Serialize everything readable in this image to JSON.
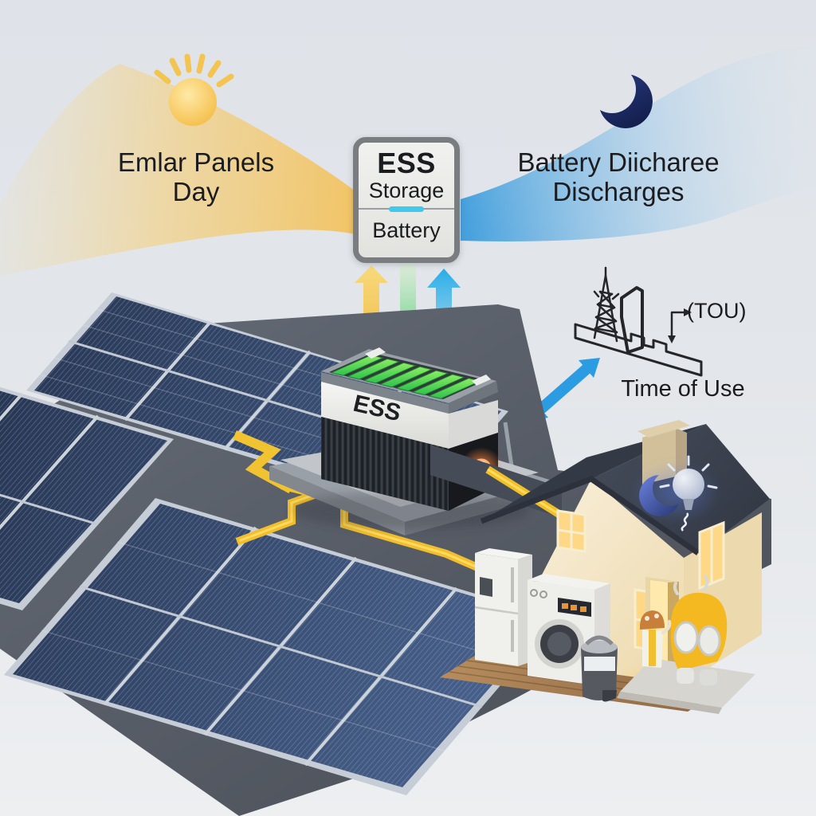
{
  "labels": {
    "solar_day": {
      "line1": "Emlar Panels",
      "line2": "Day"
    },
    "battery_discharge": {
      "line1": "Battery Diicharee",
      "line2": "Discharges"
    },
    "ess_box": {
      "title": "ESS",
      "subtitle": "Storage",
      "battery": "Battery"
    },
    "tou_callout": "(TOU)",
    "tou_caption": "Time of Use",
    "ess_unit": "ESS"
  },
  "colors": {
    "background": "#E2E5EA",
    "accent_yellow": "#F3C95C",
    "accent_green": "#3CC868",
    "accent_cyan": "#2FB2E8",
    "accent_blue": "#2B9BE2",
    "moon_navy": "#1D2A63",
    "sun_yellow": "#F5C042",
    "panel_blue": "#31405F",
    "ground_gray": "#5A606B",
    "cable_yellow": "#F1BF2D",
    "battery_green": "#3ED24F",
    "house_wall": "#F2E4BE",
    "window_glow": "#FFD887",
    "roof_dark": "#3A4150"
  },
  "icons": {
    "sun": "sun-icon",
    "moon": "moon-icon",
    "roof_moon": "crescent-icon",
    "roof_bulb": "lightbulb-icon",
    "charge_arrow_yellow": "yellow-bidirectional-arrow-icon",
    "charge_arrow_green": "green-down-arrow-icon",
    "discharge_arrow_cyan": "cyan-up-arrow-icon",
    "grid_art": "transmission-tower-icon",
    "tou_arrow": "blue-double-arrow-icon",
    "cable_arrow": "yellow-zigzag-arrow-icon"
  }
}
